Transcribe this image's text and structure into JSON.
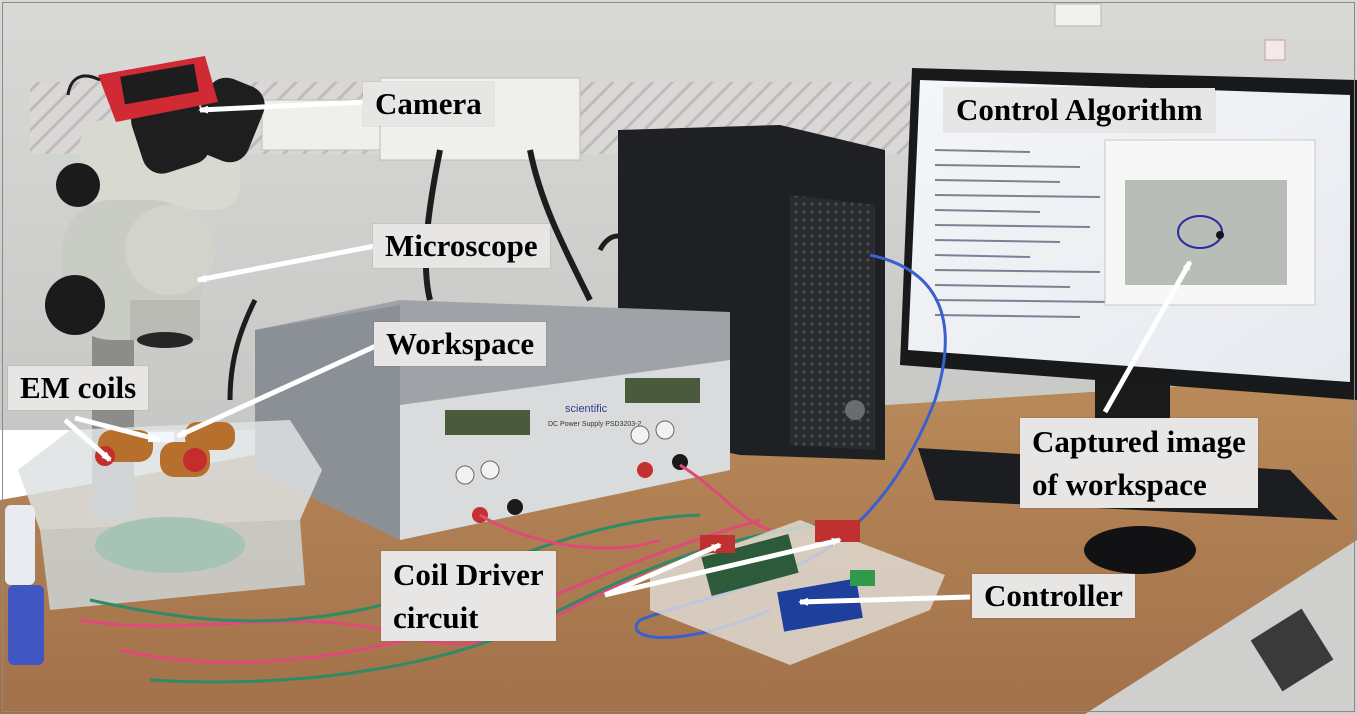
{
  "labels": {
    "camera": "Camera",
    "control_algorithm": "Control Algorithm",
    "microscope": "Microscope",
    "workspace": "Workspace",
    "em_coils": "EM coils",
    "captured_image_line1": "Captured image",
    "captured_image_line2": "of workspace",
    "coil_driver_line1": "Coil Driver",
    "coil_driver_line2": "circuit",
    "controller": "Controller"
  },
  "power_supply": {
    "brand": "scientific",
    "model": "DC Power Supply PSD3203-2"
  },
  "colors": {
    "label_bg": "#e7e6e5",
    "arrow": "#ffffff",
    "camera_red": "#d02a35",
    "wire_red": "#e04a78",
    "wire_green": "#2f8a67",
    "usb_blue": "#3a5fcf"
  }
}
